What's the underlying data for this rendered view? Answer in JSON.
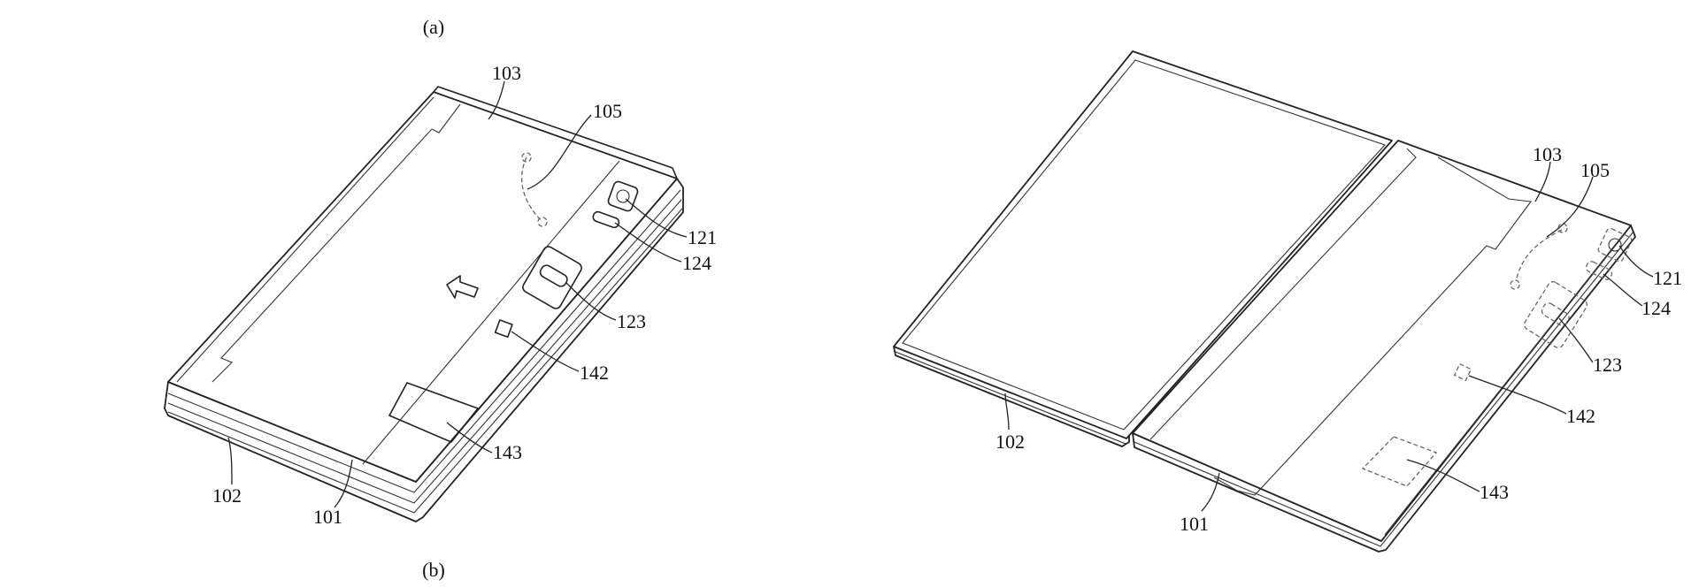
{
  "figure_a": {
    "caption": "(a)",
    "labels": {
      "l103": "103",
      "l105": "105",
      "l121": "121",
      "l124": "124",
      "l123": "123",
      "l142": "142",
      "l143": "143",
      "l102": "102",
      "l101": "101"
    }
  },
  "figure_b": {
    "caption": "(b)",
    "labels": {
      "l103": "103",
      "l105": "105",
      "l121": "121",
      "l124": "124",
      "l123": "123",
      "l142": "142",
      "l143": "143",
      "l102": "102",
      "l101": "101"
    }
  }
}
